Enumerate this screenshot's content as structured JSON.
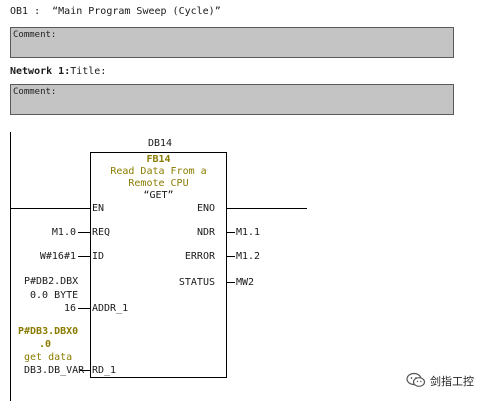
{
  "ob": {
    "label": "OB1 :",
    "title": "“Main Program Sweep (Cycle)”"
  },
  "block_comment": {
    "label": "Comment:"
  },
  "network": {
    "label": "Network 1",
    "title_sep": ":",
    "title": "Title:",
    "comment_label": "Comment:"
  },
  "fb_call": {
    "instance_db": "DB14",
    "fb_name": "FB14",
    "description_line1": "Read Data From a",
    "description_line2": "Remote CPU",
    "symbol": "“GET”",
    "pins_left": {
      "en": "EN",
      "req": "REQ",
      "id": "ID",
      "addr_1": "ADDR_1",
      "rd_1": "RD_1"
    },
    "pins_right": {
      "eno": "ENO",
      "ndr": "NDR",
      "error": "ERROR",
      "status": "STATUS"
    },
    "params_left": {
      "req": "M1.0",
      "id": "W#16#1",
      "addr_1_line1": "P#DB2.DBX",
      "addr_1_line2": "0.0 BYTE",
      "addr_1_line3": "16",
      "rd_1_line1": "P#DB3.DBX0",
      "rd_1_line2": ".0",
      "rd_1_comment": "get data",
      "rd_1_symbol": "DB3.DB_VAR"
    },
    "params_right": {
      "ndr": "M1.1",
      "error": "M1.2",
      "status": "MW2"
    }
  },
  "watermark": {
    "text": "剑指工控",
    "icon": "wechat-icon"
  }
}
